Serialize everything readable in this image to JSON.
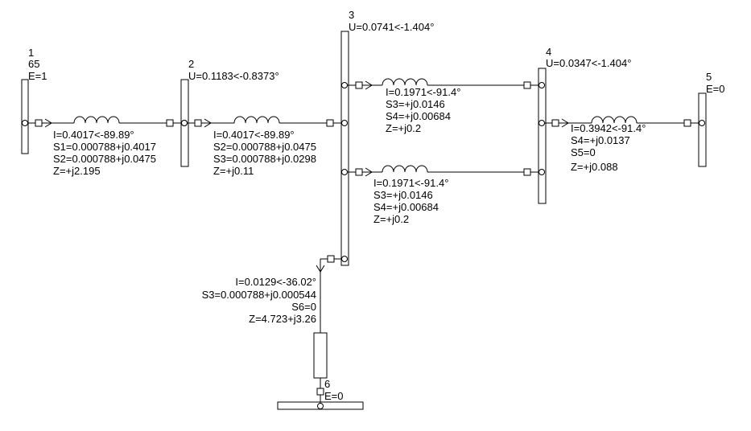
{
  "nodes": {
    "n1": {
      "number": "1",
      "extra": "65",
      "value": "E=1"
    },
    "n2": {
      "number": "2",
      "value": "U=0.1183<-0.8373°"
    },
    "n3": {
      "number": "3",
      "value": "U=0.0741<-1.404°"
    },
    "n4": {
      "number": "4",
      "value": "U=0.0347<-1.404°"
    },
    "n5": {
      "number": "5",
      "value": "E=0"
    },
    "n6": {
      "number": "6",
      "value": "E=0"
    }
  },
  "branches": {
    "b12": {
      "lines": [
        "I=0.4017<-89.89°",
        "S1=0.000788+j0.4017",
        "S2=0.000788+j0.0475",
        "Z=+j2.195"
      ]
    },
    "b23": {
      "lines": [
        "I=0.4017<-89.89°",
        "S2=0.000788+j0.0475",
        "S3=0.000788+j0.0298",
        "Z=+j0.11"
      ]
    },
    "b34a": {
      "lines": [
        "I=0.1971<-91.4°",
        "S3=+j0.0146",
        "S4=+j0.00684",
        "Z=+j0.2"
      ]
    },
    "b34b": {
      "lines": [
        "I=0.1971<-91.4°",
        "S3=+j0.0146",
        "S4=+j0.00684",
        "Z=+j0.2"
      ]
    },
    "b45": {
      "lines": [
        "I=0.3942<-91.4°",
        "S4=+j0.0137",
        "S5=0",
        "Z=+j0.088"
      ]
    },
    "b36": {
      "lines": [
        "I=0.0129<-36.02°",
        "S3=0.000788+j0.000544",
        "S6=0",
        "Z=4.723+j3.26"
      ]
    }
  }
}
